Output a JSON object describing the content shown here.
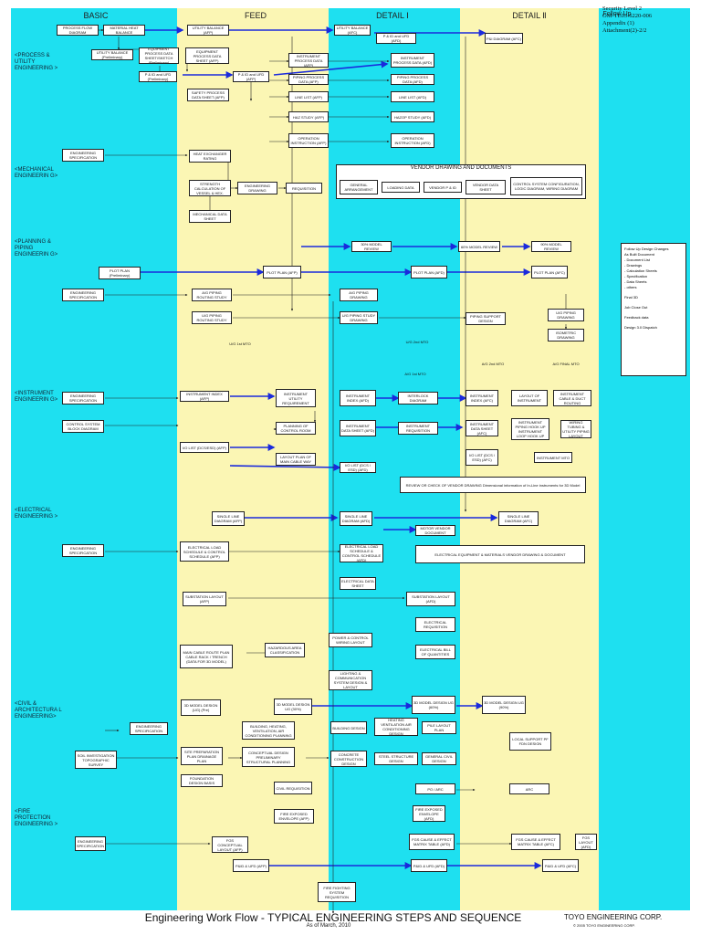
{
  "header": {
    "security": "Security Level 2",
    "doc_no": "OM-TE03-6220-006",
    "appendix": "Appendix (1)",
    "attachment": "Attachment(2)-2/2"
  },
  "phases": [
    "BASIC",
    "FEED",
    "DETAIL Ⅰ",
    "DETAIL Ⅱ",
    "Follow Up"
  ],
  "departments": {
    "process": "<PROCESS & UTILITY ENGINEERING >",
    "mechanical": "<MECHANICAL ENGINEERIN G>",
    "piping": "<PLANNING & PIPING ENGINEERIN G>",
    "instrument": "<INSTRUMENT ENGINEERIN G>",
    "electrical": "<ELECTRICAL ENGINEERING >",
    "civil": "<CIVIL & ARCHITECTURA L ENGINEERING>",
    "fire": "<FIRE PROTECTION ENGINEERING >"
  },
  "boxes": {
    "pfd": "PROCESS FLOW DIAGRAM",
    "mhb": "MATERIAL HEAT BALANCE",
    "ub_pre": "UTILITY BALANCE (Preliminary)",
    "pid_pre": "P & ID and UFD (Preliminary)",
    "eq_process": "EQUIPMENT PROCESS DATA SHEET/SKETCH (Preliminary)",
    "eq_process_afp": "EQUIPMENT PROCESS DATA SHEET (AFP)",
    "ub_afp": "UTILITY BALANCE (AFP)",
    "pid_afp": "P & ID and UFD (AFP)",
    "safety": "SAFETY PROCESS DATA SHEET (AFP)",
    "inst_proc_afp": "INSTRUMENT PROCESS DATA (AFP)",
    "piping_proc_afp": "PIPING PROCESS DATA (AFP)",
    "line_afp": "LINE LIST (AFP)",
    "haz_afp": "HAZ STUDY (AFP)",
    "op_afp": "OPERATION INSTRUCTION (AFP)",
    "ub_afc": "UTILITY BALANCE (AFC)",
    "pid_afd": "P & ID and UFD (AFD)",
    "pid_afc": "P&I DIAGRAM (AFC)",
    "inst_proc_afd": "INSTRUMENT PROCESS DATA (AFD)",
    "piping_proc_afd": "PIPING PROCESS DATA (AFD)",
    "line_afd": "LINE LIST (AFD)",
    "hazop_afd": "HAZOP STUDY (AFD)",
    "op_afd": "OPERATION INSTRUCTION (AFD)",
    "eng_spec1": "ENGINEERING SPECIFICATION",
    "heat_exch": "HEAT EXCHANGER RATING",
    "strength": "STRENGTH CALCULATION OF VESSEL & HEX.",
    "eng_drawing": "ENGINEERING DRAWING",
    "requisition": "REQUISITION",
    "mech_ds": "MECHANICAL DATA SHEET",
    "vendor_title": "VENDOR DRAWING AND DOCUMENTS",
    "gen_arr": "GENERAL ARRANGEMENT",
    "loading": "LOADING DATA",
    "vendor_pid": "VENDOR P & ID",
    "vendor_ds": "VENDOR DATA SHEET",
    "control_sys": "CONTROL SYSTEM CONFIGURATION, LOGIC DIAGRAM, WIRING DIAGRAM",
    "m30": "30% MODEL REVIEW",
    "m60": "60% MODEL REVIEW",
    "m90": "90% MODEL REVIEW",
    "plot_pre": "PLOT PLAN (Preliminary)",
    "plot_afp": "PLOT PLAN (AFP)",
    "plot_afd": "PLOT PLAN (AFD)",
    "plot_afc": "PLOT PLAN (AFC)",
    "eng_spec2": "ENGINEERING SPECIFICATION",
    "ag_routing": "A/G PIPING ROUTING STUDY",
    "ug_routing": "U/G PIPING ROUTING STUDY",
    "ag_drawing": "A/G PIPING DRAWING",
    "ug_study": "U/G PIPING STUDY DRAWING",
    "pipe_support": "PIPING SUPPORT DESIGN",
    "ug_drawing": "U/G PIPING DRAWING",
    "iso": "ISOMETRIC DRAWING",
    "ug1": "U/G 1st MTO",
    "ug2": "U/G 2nd MTO",
    "ag1": "A/G 1st MTO",
    "ag2": "A/G 2nd MTO",
    "ag_final": "A/G FINAL MTO",
    "eng_spec3": "ENGINEERING SPECIFICATION",
    "ctrl_block": "CONTROL SYSTEM BLOCK DIAGRAM",
    "inst_index_afp": "INSTRUMENT INDEX (AFP)",
    "inst_util": "INSTRUMENT UTILITY REQUIREMENT",
    "planning_ctrl": "PLANNING OF CONTROL ROOM",
    "io_list_dcs": "I/O LIST (DCS/ESD) (AFP)",
    "layout_cable": "LAYOUT PLAN OF MAIN CABLE WAY",
    "inst_index_afd": "INSTRUMENT INDEX (AFD)",
    "interlock": "INTERLOCK DIAGRAM",
    "inst_ds_afd": "INSTRUMENT DATA SHEET (AFD)",
    "inst_req": "INSTRUMENT REQUISITION",
    "io_list_afd": "I/O LIST (DCS / ESD) (AFD)",
    "inst_index_afc": "INSTRUMENT INDEX (AFC)",
    "layout_inst": "LAYOUT OF INSTRUMENT",
    "inst_cable": "INSTRUMENT CABLE & DUCT ROUTING",
    "inst_ds_afc": "INSTRUMENT DATA SHEET (AFC)",
    "piping_hook": "INSTRUMENT PIPING HOOK UP INSTRUMENT LOOP HOOK UP",
    "wiring": "WIRING TUBING & UTILITY PIPING LAYOUT",
    "io_list_afc": "I/O LIST (DCS / ESD) (AFC)",
    "inst_mto": "INSTRUMENT MTO",
    "review_vendor": "REVIEW OR CHECK OF VENDOR DRAWING Dimensional information of In-Line instruments for 3D Model",
    "eng_spec4": "ENGINEERING SPECIFICATION",
    "sld_afp": "SINGLE LINE DIAGRAM (AFP)",
    "sld_afd": "SINGLE LINE DIAGRAM (AFD)",
    "sld_afc": "SINGLE LINE DIAGRAM (AFC)",
    "elec_load": "ELECTRICAL LOAD SCHEDULE & CONTROL SCHEDULE (AFP)",
    "motor_vendor": "MOTOR VENDOR DOCUMENT",
    "elec_load_afd": "ELECTRICAL LOAD SCHEDULE & CONTROL SCHEDULE (AFD)",
    "elec_equip": "ELECTRICAL EQUIPMENT & MATERIALS VENDOR DRAWING & DOCUMENT",
    "elec_ds": "ELECTRICAL DATA SHEET",
    "sub_afp": "SUBSTATION LAYOUT (AFP)",
    "sub_afd": "SUBSTATION LAYOUT (AFD)",
    "haz_area": "HAZARDOUS AREA CLASSIFICATION",
    "elec_req": "ELECTRICAL REQUISITION",
    "power_ctrl": "POWER & CONTROL WIRING LAYOUT",
    "elec_bq": "ELECTRICAL BILL OF QUANTITIES",
    "main_cable": "MAIN CABLE ROUTE PLAN CABLE RACK / TRENCH (DATA FOR 3D MODEL)",
    "lighting": "LIGHTING & COMMUNICATION SYSTEM DESIGN & LAYOUT",
    "eng_spec5": "ENGINEERING SPECIFICATION",
    "soil": "SOIL INVESTIGATION TOPOGRAPHIC SURVEY",
    "model_3d_ug": "3D MODEL DESIGN (UG) (Pre)",
    "model_3d_30": "3D MODEL DESIGN UG (30%)",
    "model_3d_60": "3D MODEL DESIGN UG (60%)",
    "model_3d_90": "3D MODEL DESIGN UG (90%)",
    "building_hvac_pre": "BUILDING, HEATING, VENTILATION, AIR CONDITIONING PLANNING",
    "site_prep": "SITE PREPARATION PLAN DRAINAGE PLAN",
    "conceptual": "CONCEPTUAL DESIGN PRELIMINARY STRUCTURAL PLANNING",
    "foundation": "FOUNDATION DESIGN BASIS",
    "civil_req": "CIVIL REQUISITION",
    "building_design": "BUILDING DESIGN",
    "hvac_design": "HEATING VENTILATION AIR CONDITIONING DESIGN",
    "pile_layout": "PILE LAYOUT PLAN",
    "concrete": "CONCRETE CONSTRUCTION DESIGN",
    "steel": "STEEL STRUCTURE DESIGN",
    "general_civil": "GENERAL CIVIL DESIGN",
    "local_support": "LOCAL SUPPORT PF FDN DESIGN",
    "po_arc": "PO / ARC",
    "arc": "ARC",
    "eng_spec6": "ENGINEERING SPECIFICATION",
    "fire_env_afp": "FIRE EXPOSED ENVELOPE (AFP)",
    "fire_env_afd": "FIRE EXPOSED ENVELOPE (AFD)",
    "fgs_conc": "FGS CONCEPTUAL LAYOUT (AFP)",
    "fgs_cause_afd": "FGS CAUSE & EFFECT MATRIX TABLE (AFD)",
    "fgs_cause_afc": "FGS CAUSE & EFFECT MATRIX TABLE (AFC)",
    "fgs_layout_afd": "FGS LAYOUT (AFD)",
    "pid_ufd_afp": "P&ID & UFD (AFP)",
    "pid_ufd_afd": "P&ID & UFD (AFD)",
    "pid_ufd_afc": "P&ID & UFD (AFC)",
    "firefighting": "FIRE FIGHTING SYSTEM REQUISITION"
  },
  "follow_up": [
    "Follow Up Design Changes",
    "As Built Document",
    "- Document List",
    "- Drawings",
    "- Calculation Sheets",
    "- Specification",
    "- Data Sheets",
    "- others",
    "Final 3D",
    "Job Close Out",
    "Feedback data",
    "Design 3.0 Dispatch"
  ],
  "footer": {
    "title": "Engineering Work Flow - TYPICAL ENGINEERING STEPS AND SEQUENCE",
    "date": "As of March, 2010",
    "corp": "TOYO ENGINEERING CORP.",
    "copy": "© 2005 TOYO ENGINEERING CORP."
  },
  "colors": {
    "cyan": "#1ee0f0",
    "cream": "#fbf6b4",
    "arrow": "#1a2adc"
  }
}
